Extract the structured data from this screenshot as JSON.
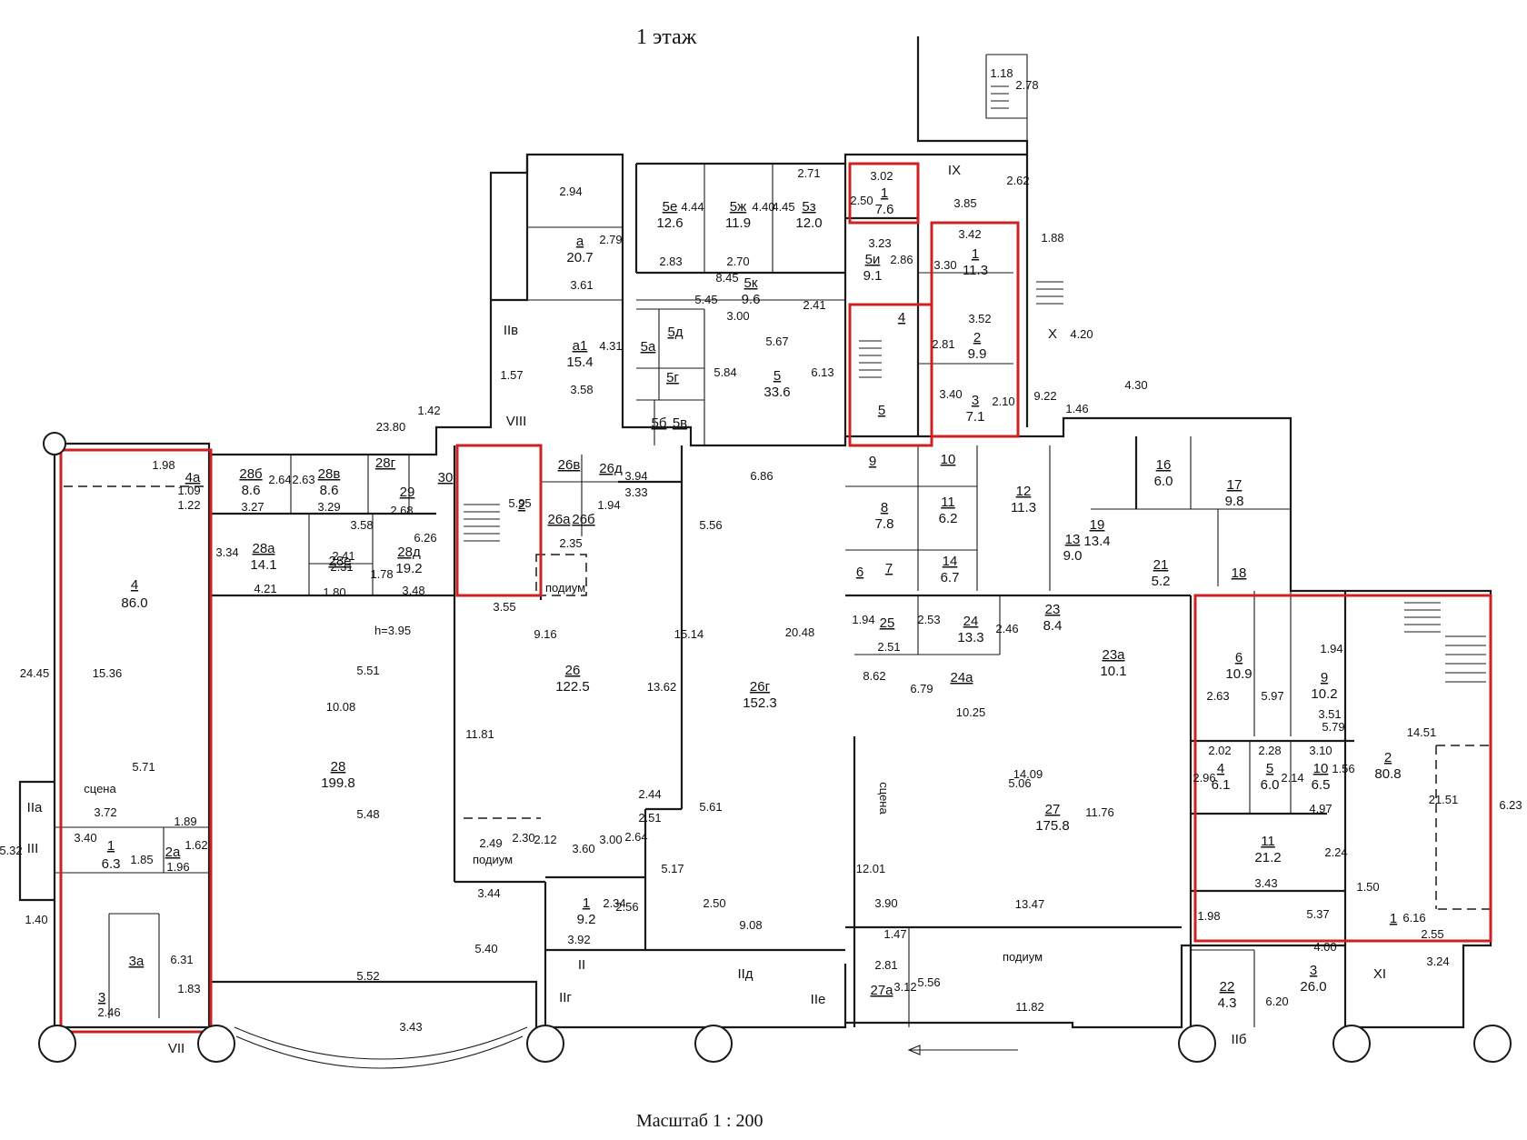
{
  "title": "1 этаж",
  "scale": "Масштаб 1 : 200",
  "colors": {
    "highlight": "#cc2222",
    "line": "#1a1a1a"
  },
  "rooms": [
    {
      "id": "r-4",
      "num": "4",
      "area": "86.0"
    },
    {
      "id": "r-4a",
      "num": "4а",
      "area": ""
    },
    {
      "id": "r-1-l",
      "num": "1",
      "area": "6.3"
    },
    {
      "id": "r-2a-l",
      "num": "2а",
      "area": ""
    },
    {
      "id": "r-3a",
      "num": "3а",
      "area": ""
    },
    {
      "id": "r-3-l",
      "num": "3",
      "area": ""
    },
    {
      "id": "r-28b",
      "num": "28б",
      "area": "8.6"
    },
    {
      "id": "r-28v",
      "num": "28в",
      "area": "8.6"
    },
    {
      "id": "r-28g",
      "num": "28г",
      "area": ""
    },
    {
      "id": "r-29",
      "num": "29",
      "area": ""
    },
    {
      "id": "r-30",
      "num": "30",
      "area": ""
    },
    {
      "id": "r-28a",
      "num": "28а",
      "area": "14.1"
    },
    {
      "id": "r-28e",
      "num": "28е",
      "area": ""
    },
    {
      "id": "r-28d",
      "num": "28д",
      "area": "19.2"
    },
    {
      "id": "r-28",
      "num": "28",
      "area": "199.8"
    },
    {
      "id": "r-2-st",
      "num": "2",
      "area": ""
    },
    {
      "id": "r-26v",
      "num": "26в",
      "area": ""
    },
    {
      "id": "r-26d",
      "num": "26д",
      "area": ""
    },
    {
      "id": "r-26a",
      "num": "26а",
      "area": ""
    },
    {
      "id": "r-26b",
      "num": "26б",
      "area": ""
    },
    {
      "id": "r-26",
      "num": "26",
      "area": "122.5"
    },
    {
      "id": "r-26g",
      "num": "26г",
      "area": "152.3"
    },
    {
      "id": "r-1-c",
      "num": "1",
      "area": "9.2"
    },
    {
      "id": "r-a",
      "num": "а",
      "area": "20.7"
    },
    {
      "id": "r-a1",
      "num": "а1",
      "area": "15.4"
    },
    {
      "id": "r-5e",
      "num": "5е",
      "area": "12.6"
    },
    {
      "id": "r-5zh",
      "num": "5ж",
      "area": "11.9"
    },
    {
      "id": "r-5z",
      "num": "5з",
      "area": "12.0"
    },
    {
      "id": "r-5k",
      "num": "5к",
      "area": "9.6"
    },
    {
      "id": "r-5a",
      "num": "5а",
      "area": ""
    },
    {
      "id": "r-5d",
      "num": "5д",
      "area": ""
    },
    {
      "id": "r-5g",
      "num": "5г",
      "area": ""
    },
    {
      "id": "r-5b",
      "num": "5б",
      "area": ""
    },
    {
      "id": "r-5v",
      "num": "5в",
      "area": ""
    },
    {
      "id": "r-5",
      "num": "5",
      "area": "33.6"
    },
    {
      "id": "r-1-t",
      "num": "1",
      "area": "7.6"
    },
    {
      "id": "r-5i",
      "num": "5и",
      "area": "9.1"
    },
    {
      "id": "r-1-r",
      "num": "1",
      "area": "11.3"
    },
    {
      "id": "r-2-r",
      "num": "2",
      "area": "9.9"
    },
    {
      "id": "r-3-r",
      "num": "3",
      "area": "7.1"
    },
    {
      "id": "r-4-s",
      "num": "4",
      "area": ""
    },
    {
      "id": "r-5-s",
      "num": "5",
      "area": ""
    },
    {
      "id": "r-9",
      "num": "9",
      "area": ""
    },
    {
      "id": "r-10",
      "num": "10",
      "area": ""
    },
    {
      "id": "r-8",
      "num": "8",
      "area": "7.8"
    },
    {
      "id": "r-11",
      "num": "11",
      "area": "6.2"
    },
    {
      "id": "r-12",
      "num": "12",
      "area": "11.3"
    },
    {
      "id": "r-13",
      "num": "13",
      "area": "9.0"
    },
    {
      "id": "r-14",
      "num": "14",
      "area": "6.7"
    },
    {
      "id": "r-6",
      "num": "6",
      "area": ""
    },
    {
      "id": "r-7",
      "num": "7",
      "area": ""
    },
    {
      "id": "r-16",
      "num": "16",
      "area": "6.0"
    },
    {
      "id": "r-17",
      "num": "17",
      "area": "9.8"
    },
    {
      "id": "r-19",
      "num": "19",
      "area": "13.4"
    },
    {
      "id": "r-21",
      "num": "21",
      "area": "5.2"
    },
    {
      "id": "r-18",
      "num": "18",
      "area": ""
    },
    {
      "id": "r-25",
      "num": "25",
      "area": ""
    },
    {
      "id": "r-24",
      "num": "24",
      "area": "13.3"
    },
    {
      "id": "r-23",
      "num": "23",
      "area": "8.4"
    },
    {
      "id": "r-23a",
      "num": "23а",
      "area": "10.1"
    },
    {
      "id": "r-24a",
      "num": "24а",
      "area": ""
    },
    {
      "id": "r-27",
      "num": "27",
      "area": "175.8"
    },
    {
      "id": "r-27a",
      "num": "27а",
      "area": ""
    },
    {
      "id": "r-6-e",
      "num": "6",
      "area": "10.9"
    },
    {
      "id": "r-9-e",
      "num": "9",
      "area": "10.2"
    },
    {
      "id": "r-4-e",
      "num": "4",
      "area": "6.1"
    },
    {
      "id": "r-5-e",
      "num": "5",
      "area": "6.0"
    },
    {
      "id": "r-10-e",
      "num": "10",
      "area": "6.5"
    },
    {
      "id": "r-11-e",
      "num": "11",
      "area": "21.2"
    },
    {
      "id": "r-2-e",
      "num": "2",
      "area": "80.8"
    },
    {
      "id": "r-1-e",
      "num": "1",
      "area": ""
    },
    {
      "id": "r-3-e",
      "num": "3",
      "area": "26.0"
    },
    {
      "id": "r-22",
      "num": "22",
      "area": "4.3"
    }
  ],
  "roman_labels": [
    "IIа",
    "III",
    "VII",
    "IIв",
    "VIII",
    "IX",
    "X",
    "XI",
    "II",
    "IIг",
    "IIд",
    "IIе",
    "IIб"
  ],
  "text_labels": {
    "stage_left": "сцена",
    "stage_mid": "сцена",
    "podium_1": "подиум",
    "podium_2": "подиум",
    "podium_3": "подиум",
    "height": "h=3.95"
  },
  "dimensions": [
    "24.45",
    "15.36",
    "5.71",
    "3.72",
    "3.40",
    "1.85",
    "1.96",
    "1.62",
    "1.89",
    "6.31",
    "1.83",
    "2.46",
    "1.40",
    "5.32",
    "1.98",
    "1.09",
    "1.22",
    "23.80",
    "1.42",
    "3.27",
    "2.64",
    "2.63",
    "3.29",
    "3.58",
    "3.34",
    "4.21",
    "2.41",
    "2.31",
    "1.80",
    "1.78",
    "3.48",
    "6.26",
    "2.68",
    "10.08",
    "5.51",
    "5.48",
    "5.52",
    "5.40",
    "3.43",
    "3.55",
    "9.16",
    "11.81",
    "13.62",
    "2.49",
    "2.30",
    "2.12",
    "3.44",
    "3.60",
    "3.00",
    "2.64",
    "2.44",
    "2.51",
    "15.14",
    "5.56",
    "5.61",
    "20.48",
    "6.86",
    "3.33",
    "3.94",
    "1.94",
    "2.35",
    "5.95",
    "2.34",
    "2.56",
    "3.92",
    "2.50",
    "9.08",
    "5.17",
    "2.94",
    "2.79",
    "3.61",
    "4.31",
    "3.58",
    "1.57",
    "4.44",
    "4.40",
    "4.45",
    "2.71",
    "2.83",
    "2.70",
    "8.45",
    "5.45",
    "3.00",
    "2.41",
    "5.67",
    "5.84",
    "6.13",
    "3.02",
    "2.50",
    "3.23",
    "2.86",
    "3.85",
    "2.62",
    "1.18",
    "2.78",
    "3.42",
    "3.30",
    "3.52",
    "2.81",
    "3.40",
    "2.10",
    "9.22",
    "4.20",
    "1.88",
    "4.30",
    "1.46",
    "6.79",
    "10.25",
    "14.09",
    "11.76",
    "13.47",
    "11.82",
    "12.01",
    "3.90",
    "1.47",
    "2.81",
    "3.12",
    "5.56",
    "5.06",
    "2.46",
    "2.51",
    "2.53",
    "1.94",
    "8.62",
    "5.79",
    "14.51",
    "21.51",
    "6.23",
    "3.24",
    "2.55",
    "1.50",
    "6.16",
    "5.37",
    "4.00",
    "6.20",
    "3.43",
    "2.24",
    "1.98",
    "2.02",
    "2.28",
    "3.10",
    "2.96",
    "2.14",
    "1.56",
    "4.97",
    "1.94",
    "3.51",
    "5.97",
    "2.63"
  ]
}
